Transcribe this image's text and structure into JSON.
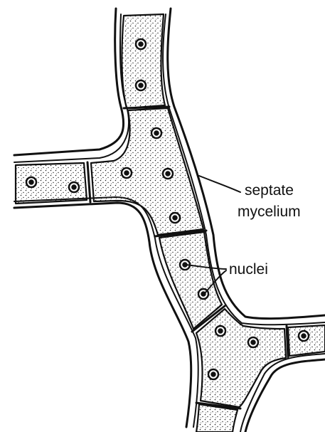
{
  "diagram": {
    "labels": {
      "septate_line1": "septate",
      "septate_line2": "mycelium",
      "nuclei": "nuclei"
    },
    "colors": {
      "ink": "#111111",
      "cytoplasm_stipple": "#222222",
      "background": "#ffffff"
    }
  }
}
